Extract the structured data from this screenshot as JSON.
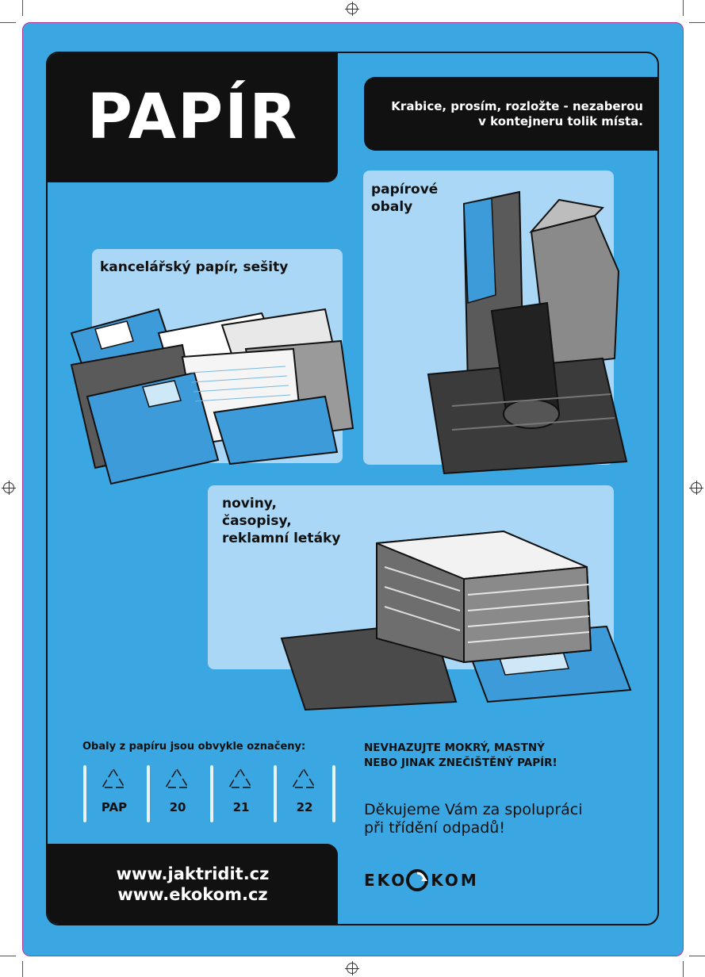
{
  "title": "PAPÍR",
  "note": {
    "line1": "Krabice, prosím, rozložte - nezaberou",
    "line2": "v kontejneru tolik místa."
  },
  "cards": {
    "office": {
      "label": "kancelářský papír, sešity"
    },
    "packaging": {
      "line1": "papírové",
      "line2": "obaly"
    },
    "newspapers": {
      "line1": "noviny,",
      "line2": "časopisy,",
      "line3": "reklamní letáky"
    }
  },
  "marking": {
    "label": "Obaly z papíru jsou obvykle označeny:",
    "codes": [
      "PAP",
      "20",
      "21",
      "22"
    ],
    "icon": "recycle-triangle-icon"
  },
  "warning": {
    "line1": "NEVHAZUJTE MOKRÝ, MASTNÝ",
    "line2": "NEBO JINAK ZNEČIŠTĚNÝ PAPÍR!"
  },
  "thanks": {
    "line1": "Děkujeme Vám za spolupráci",
    "line2": "při třídění odpadů!"
  },
  "websites": [
    "www.jaktridit.cz",
    "www.ekokom.cz"
  ],
  "logo": {
    "left": "EKO",
    "right": "KOM"
  },
  "colors": {
    "background": "#3aa6e2",
    "card": "#a9d7f5",
    "dark": "#111111",
    "border": "#b2399a"
  }
}
